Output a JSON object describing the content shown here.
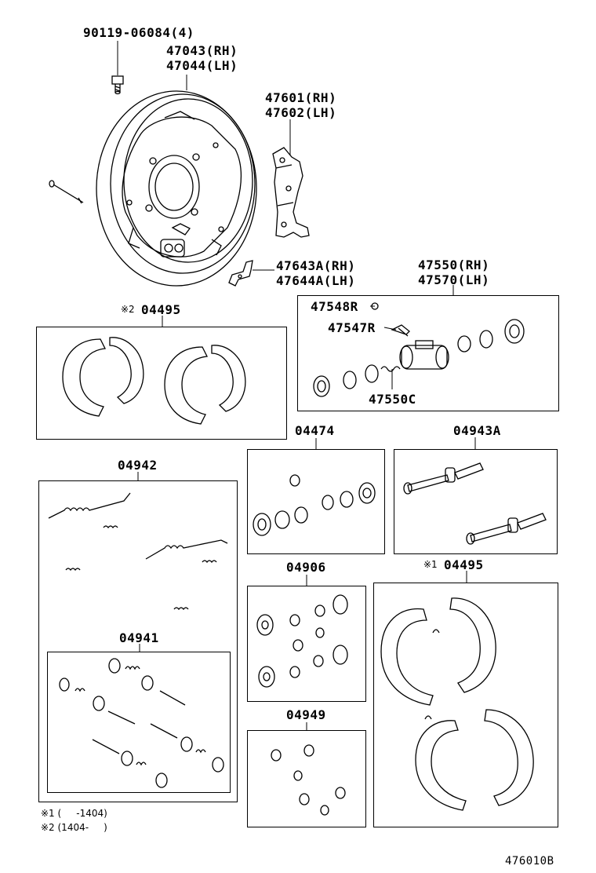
{
  "labels": {
    "bolt": "90119-06084(4)",
    "plate_rh": "47043(RH)",
    "plate_lh": "47044(LH)",
    "lever_rh": "47601(RH)",
    "lever_lh": "47602(LH)",
    "strut_rh": "47643A(RH)",
    "strut_lh": "47644A(LH)",
    "cyl_rh": "47550(RH)",
    "cyl_lh": "47570(LH)",
    "cap": "47548R",
    "bleeder": "47547R",
    "spring_c": "47550C",
    "shoe_kit2_mark": "※2",
    "shoe_kit2": "04495",
    "cup_kit": "04474",
    "adjuster": "04943A",
    "spring_kit": "04942",
    "shoe_kit1_mark": "※1",
    "shoe_kit1": "04495",
    "seal_kit": "04906",
    "spring_set": "04941",
    "boot_kit": "04949",
    "note1": "※1 (     -1404)",
    "note2": "※2 (1404-     )",
    "ref": "476010B"
  }
}
